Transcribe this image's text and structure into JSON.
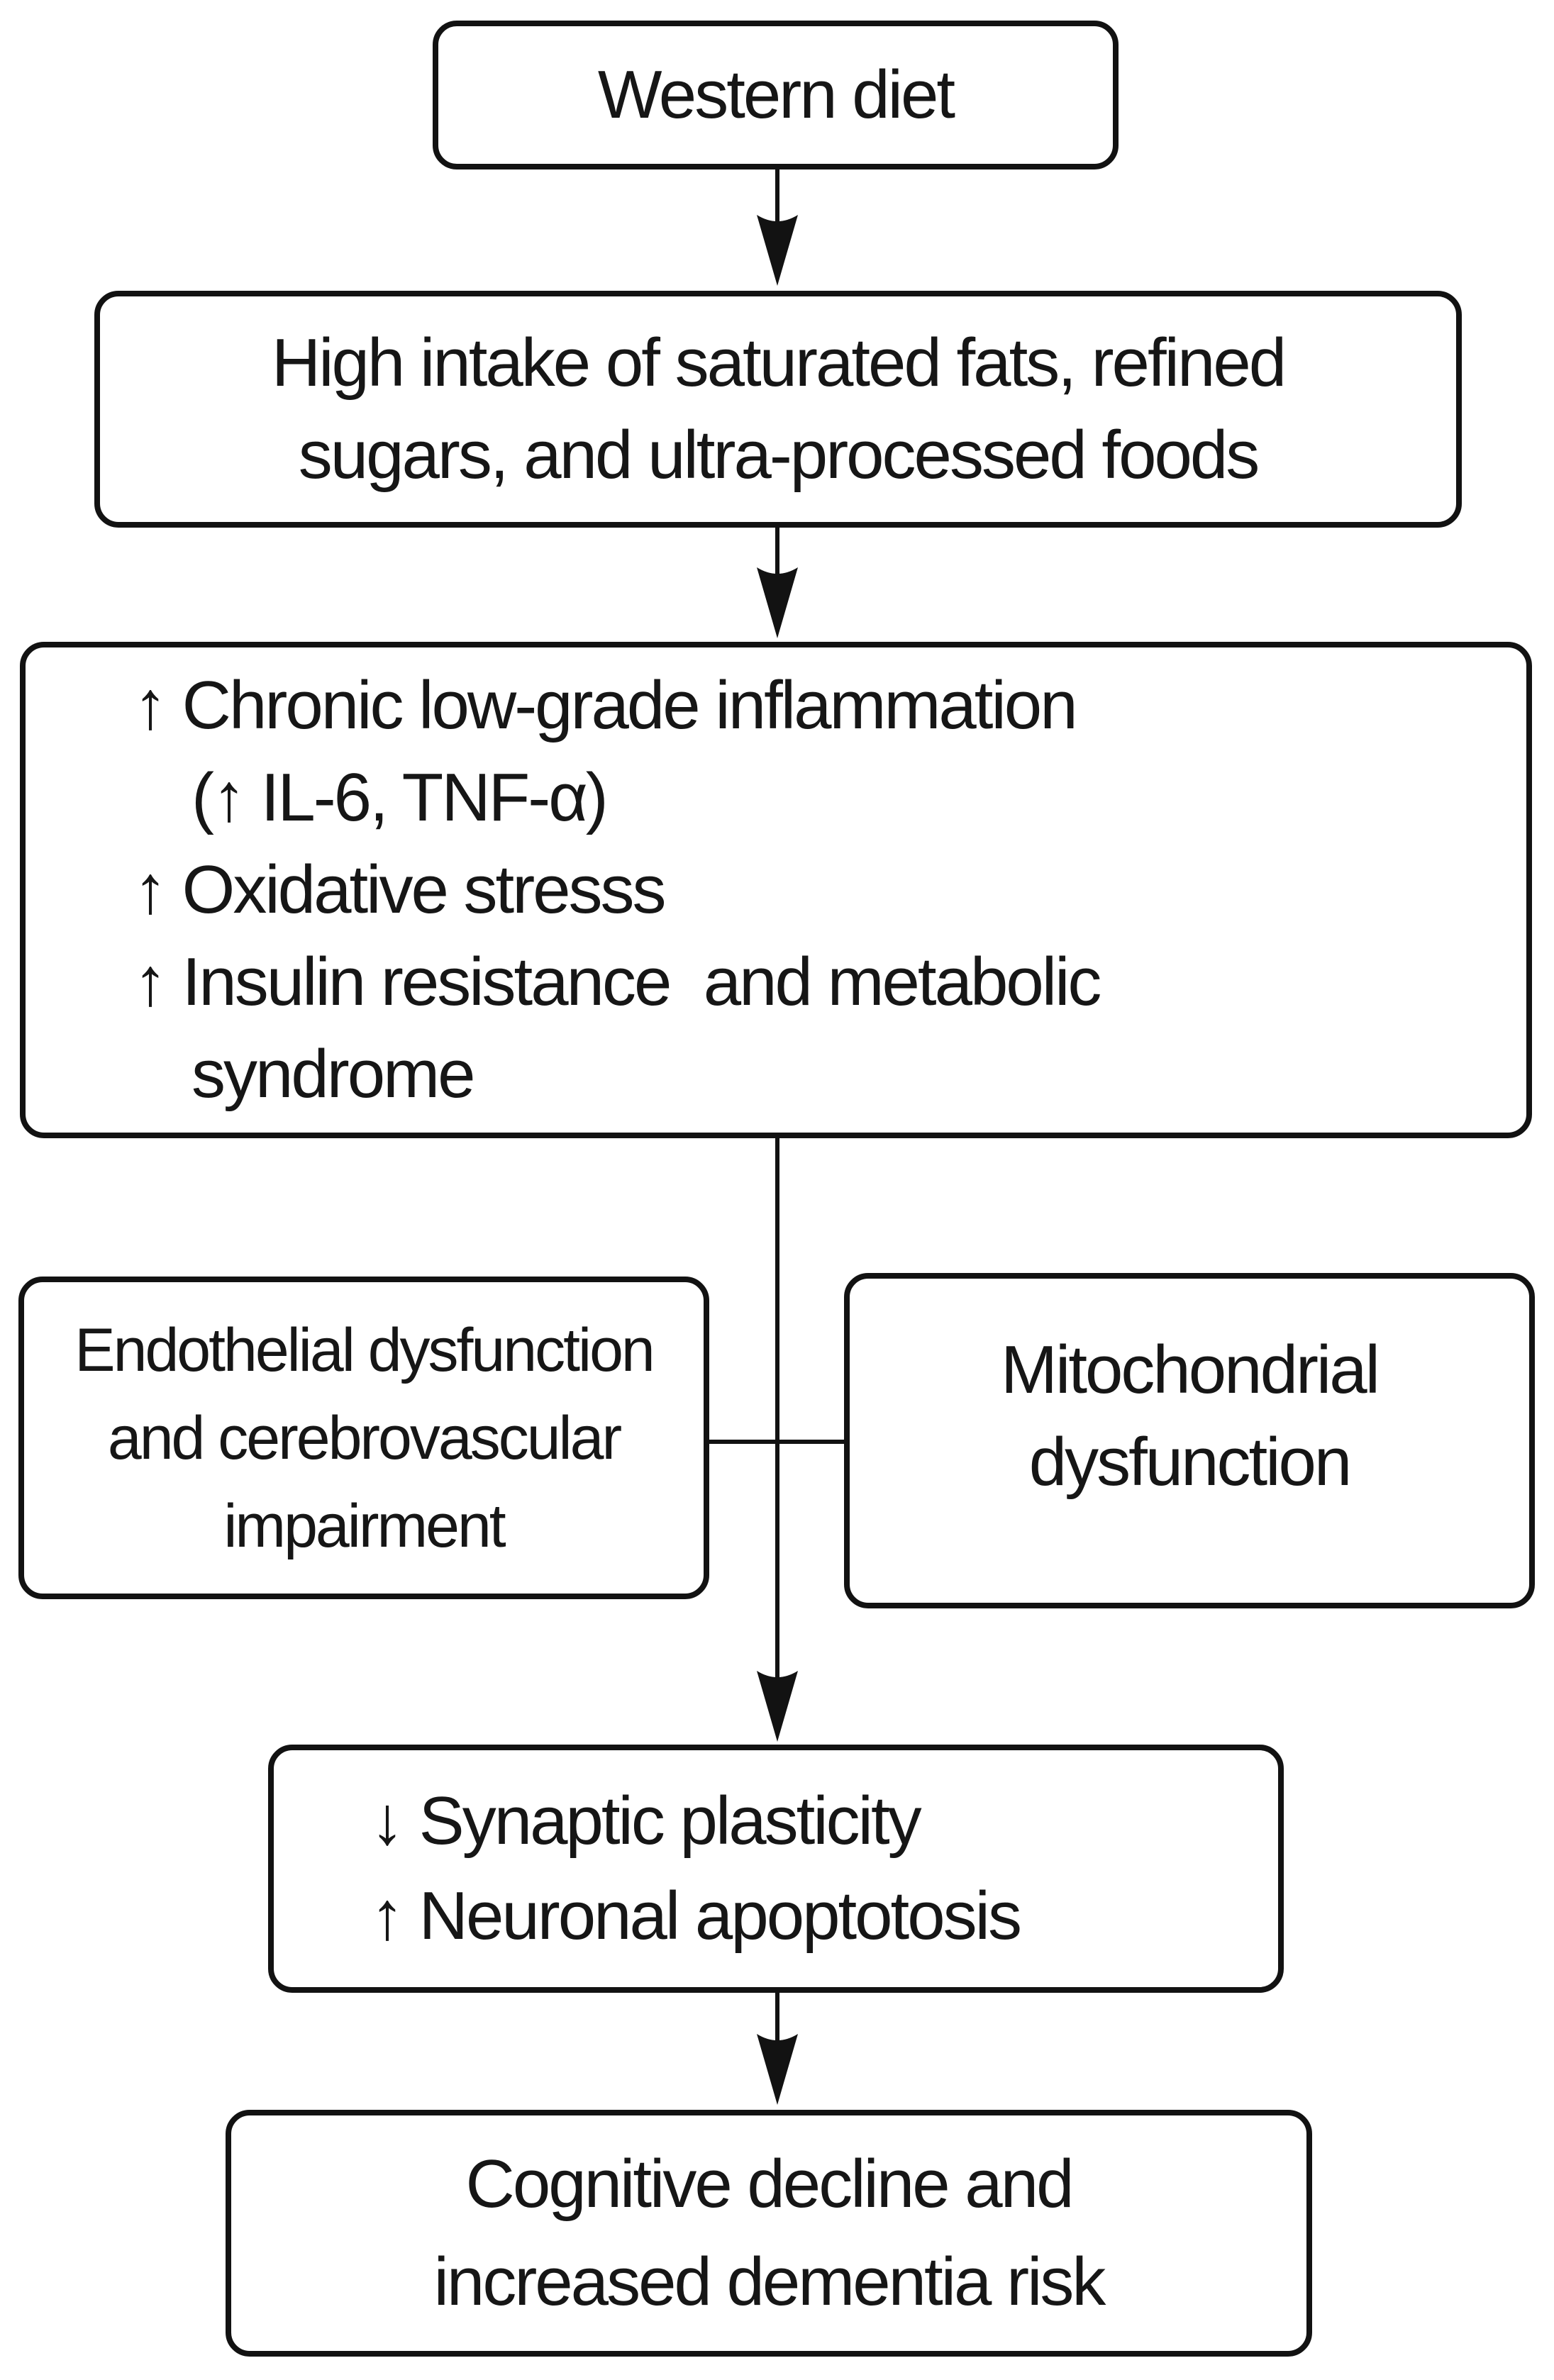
{
  "colors": {
    "background": "#ffffff",
    "line": "#121212",
    "text": "#161616"
  },
  "boxes": {
    "western_diet": {
      "lines": [
        "Western diet"
      ]
    },
    "high_intake": {
      "lines": [
        "High intake of saturated fats, refined",
        "sugars, and ultra-processed foods"
      ]
    },
    "mechanisms": {
      "lines": [
        "↑ Chronic low-grade inflammation",
        "(↑ IL-6, TNF-α)",
        "↑ Oxidative stresss",
        "↑ Insulin resistance  and metabolic",
        "syndrome"
      ]
    },
    "endothelial": {
      "lines": [
        "Endothelial dysfunction",
        "and cerebrovascular",
        "impairment"
      ]
    },
    "mitochondrial": {
      "lines": [
        "Mitochondrial",
        "dysfunction"
      ]
    },
    "synaptic": {
      "lines": [
        "↓ Synaptic plasticity",
        "↑ Neuronal apoptotosis"
      ]
    },
    "cognitive": {
      "lines": [
        "Cognitive decline and",
        "increased dementia risk"
      ]
    }
  }
}
